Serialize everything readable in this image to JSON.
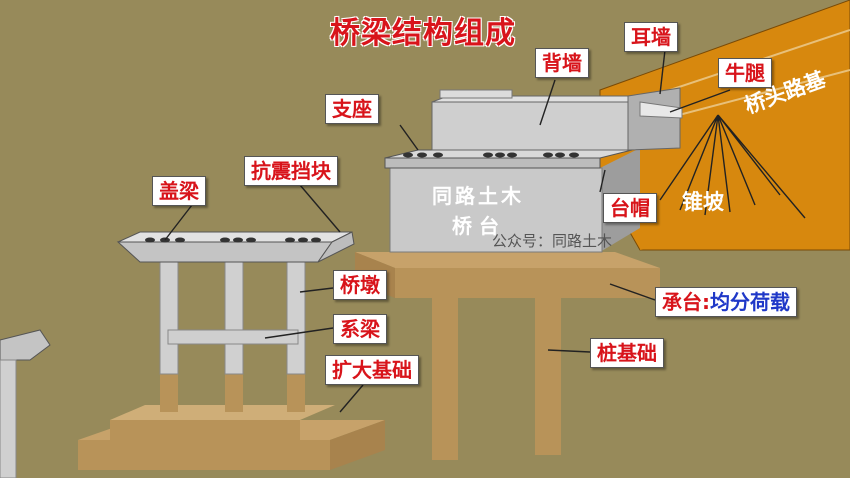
{
  "title": "桥梁结构组成",
  "labels": {
    "gailiang": "盖梁",
    "kangzhen": "抗震挡块",
    "zhizuo": "支座",
    "beiqiang": "背墙",
    "erqiang": "耳墙",
    "niutui": "牛腿",
    "taimao": "台帽",
    "qiaodun": "桥墩",
    "xiliang": "系梁",
    "kuoda": "扩大基础",
    "chengtai": "承台:",
    "chengtai_note": "均分荷载",
    "zhuangji": "桩基础",
    "zhuipo": "锥坡",
    "qiaotou": "桥头路基",
    "qiaotai_brand": "同路土木",
    "qiaotai": "桥 台",
    "watermark": "公众号：同路土木"
  },
  "colors": {
    "background": "#978a5a",
    "title": "#d8141b",
    "label_text": "#d8141b",
    "label_blue": "#1f38c8",
    "embankment": "#d7880e",
    "foundation": "#b89359",
    "concrete": "#c9c9c9"
  }
}
